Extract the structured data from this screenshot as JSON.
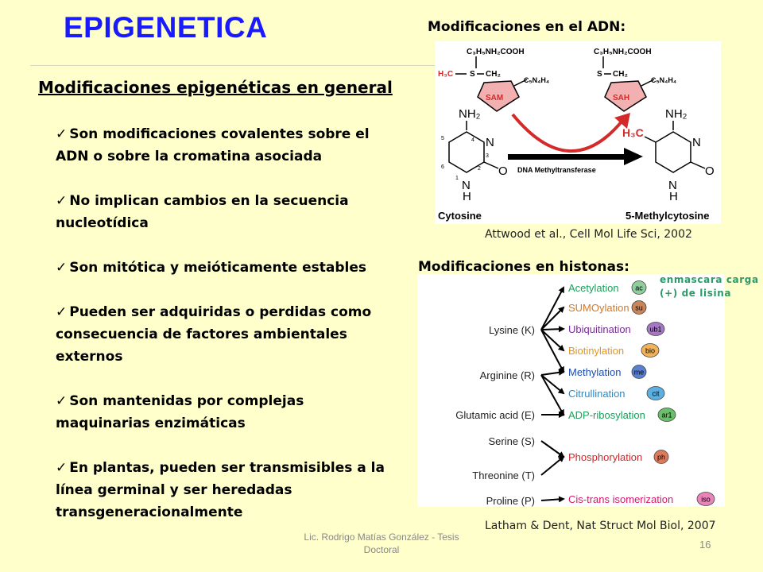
{
  "slide": {
    "title": "EPIGENETICA",
    "left_heading": "Modificaciones epigenéticas en general",
    "bullets": [
      "Son modificaciones covalentes sobre el ADN o sobre la cromatina asociada",
      "No implican cambios en la secuencia nucleotídica",
      "Son mitótica y meióticamente estables",
      "Pueden ser adquiridas o perdidas como consecuencia de factores ambientales externos",
      "Son mantenidas por complejas maquinarias enzimáticas",
      "En plantas, pueden ser transmisibles a la línea germinal y ser heredadas transgeneracionalmente"
    ],
    "dna_heading": "Modificaciones en el ADN:",
    "dna_citation": "Attwood et al., Cell Mol Life Sci, 2002",
    "histone_heading": "Modificaciones en histonas:",
    "histone_annotation_line1": "enmascara carga",
    "histone_annotation_line2": "(+) de lisina",
    "histone_citation": "Latham & Dent, Nat Struct Mol Biol, 2007",
    "footer_line1": "Lic. Rodrigo Matías González - Tesis",
    "footer_line2": "Doctoral",
    "page_number": "16"
  },
  "dna_figure": {
    "formula_top": "C₃H₅NH₂COOH",
    "h3c_label": "H₃C",
    "s_label": "S",
    "ch2_label": "CH₂",
    "c5n4h4": "C₅N₄H₄",
    "sam": "SAM",
    "sah": "SAH",
    "enzyme": "DNA Methyltransferase",
    "nh2": "NH₂",
    "n": "N",
    "o": "O",
    "h": "H",
    "methyl": "H₃C",
    "cytosine": "Cytosine",
    "methylcytosine": "5-Methylcytosine",
    "ring_numbers": [
      "6",
      "5",
      "4",
      "3",
      "2",
      "1"
    ]
  },
  "histone_figure": {
    "amino_acids": [
      "Lysine (K)",
      "Arginine (R)",
      "Glutamic acid (E)",
      "Serine (S)",
      "Threonine (T)",
      "Proline (P)"
    ],
    "modifications": [
      {
        "label": "Acetylation",
        "badge": "ac",
        "color": "#1ba05a",
        "badge_color": "#8fce9c"
      },
      {
        "label": "SUMOylation",
        "badge": "su",
        "color": "#d4782a",
        "badge_color": "#c9845a"
      },
      {
        "label": "Ubiquitination",
        "badge": "ub1",
        "color": "#7a2a9a",
        "badge_color": "#a678c4"
      },
      {
        "label": "Biotinylation",
        "badge": "bio",
        "color": "#e8951a",
        "badge_color": "#f2b25a"
      },
      {
        "label": "Methylation",
        "badge": "me",
        "color": "#1a4cb0",
        "badge_color": "#5a80d4"
      },
      {
        "label": "Citrullination",
        "badge": "cit",
        "color": "#2a8ac8",
        "badge_color": "#5ab0e0"
      },
      {
        "label": "ADP-ribosylation",
        "badge": "ar1",
        "color": "#1ba05a",
        "badge_color": "#6abf6a"
      },
      {
        "label": "Phosphorylation",
        "badge": "ph",
        "color": "#d4252a",
        "badge_color": "#e0785a"
      },
      {
        "label": "Cis-trans isomerization",
        "badge": "iso",
        "color": "#d41a6a",
        "badge_color": "#e884b8"
      }
    ]
  }
}
